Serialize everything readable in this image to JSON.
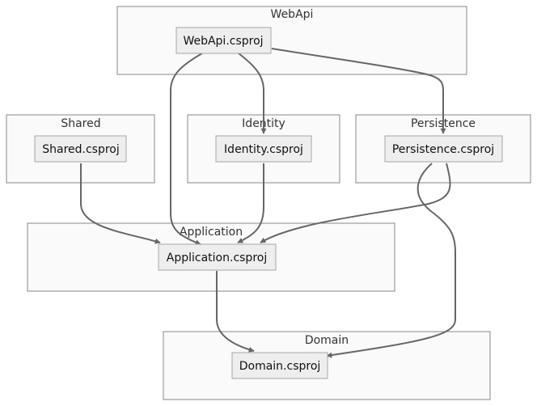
{
  "clusters": [
    {
      "id": "webapi",
      "label": "WebApi"
    },
    {
      "id": "shared",
      "label": "Shared"
    },
    {
      "id": "identity",
      "label": "Identity"
    },
    {
      "id": "persistence",
      "label": "Persistence"
    },
    {
      "id": "application",
      "label": "Application"
    },
    {
      "id": "domain",
      "label": "Domain"
    }
  ],
  "nodes": [
    {
      "id": "webapi",
      "label": "WebApi.csproj"
    },
    {
      "id": "shared",
      "label": "Shared.csproj"
    },
    {
      "id": "identity",
      "label": "Identity.csproj"
    },
    {
      "id": "persistence",
      "label": "Persistence.csproj"
    },
    {
      "id": "application",
      "label": "Application.csproj"
    },
    {
      "id": "domain",
      "label": "Domain.csproj"
    }
  ],
  "edges": [
    {
      "from": "webapi",
      "to": "application"
    },
    {
      "from": "webapi",
      "to": "identity"
    },
    {
      "from": "webapi",
      "to": "persistence"
    },
    {
      "from": "shared",
      "to": "application"
    },
    {
      "from": "identity",
      "to": "application"
    },
    {
      "from": "persistence",
      "to": "application"
    },
    {
      "from": "persistence",
      "to": "domain"
    },
    {
      "from": "application",
      "to": "domain"
    }
  ],
  "colors": {
    "cluster_fill": "#fafafa",
    "cluster_stroke": "#888888",
    "node_fill": "#eeeeee",
    "node_stroke": "#a6a6a6",
    "edge": "#666666"
  }
}
